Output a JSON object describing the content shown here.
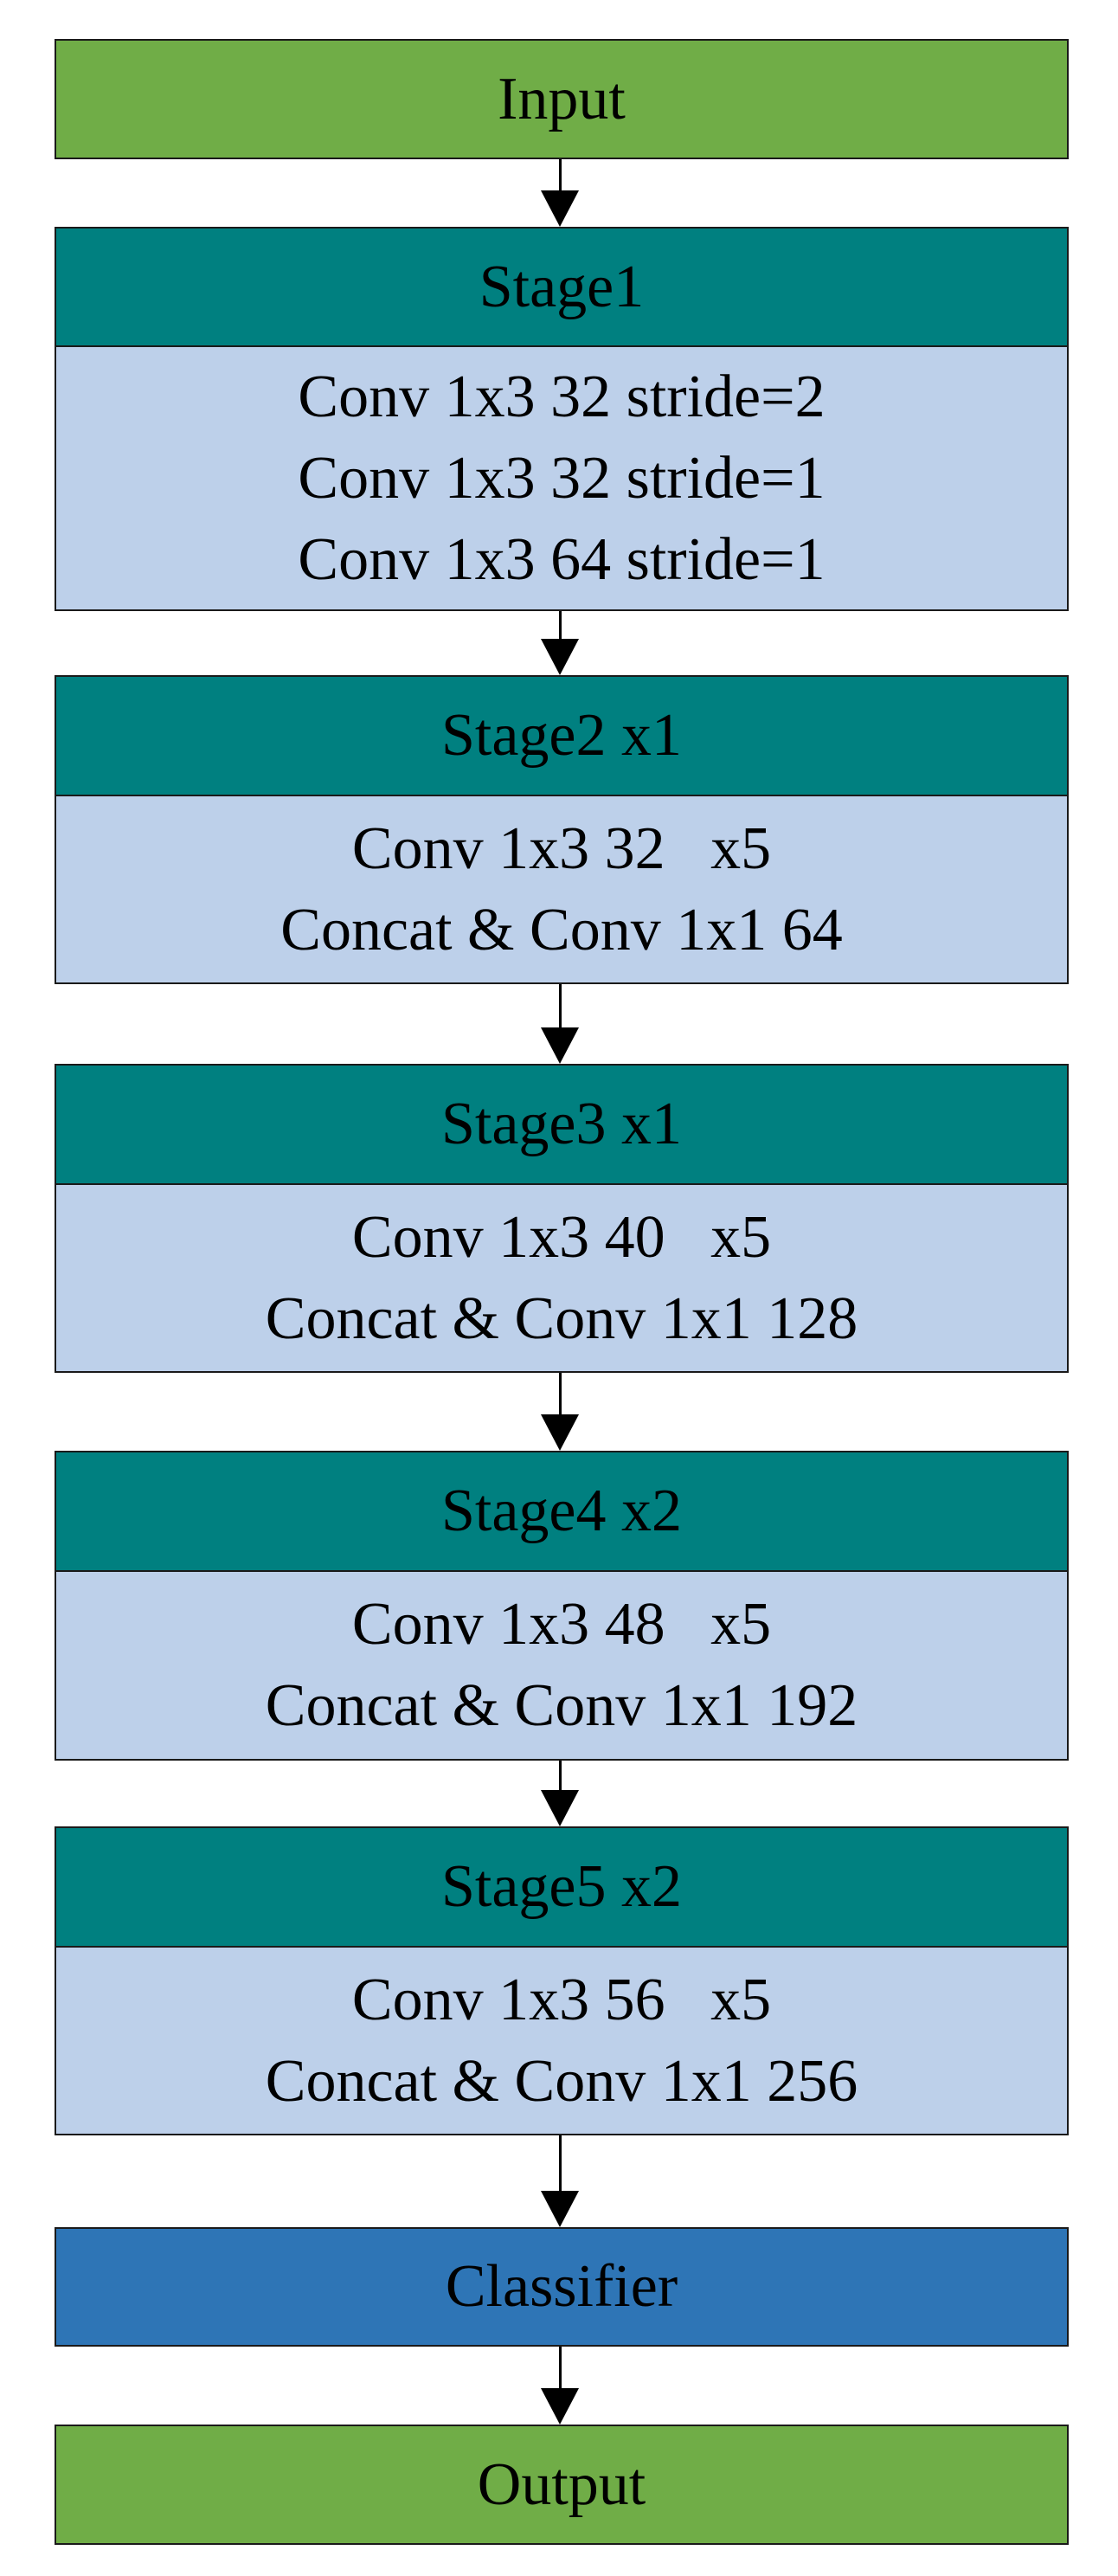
{
  "input": {
    "label": "Input"
  },
  "stage1": {
    "title": "Stage1",
    "lines": [
      "Conv 1x3 32 stride=2",
      "Conv 1x3 32 stride=1",
      "Conv 1x3 64 stride=1"
    ]
  },
  "stage2": {
    "title": "Stage2  x1",
    "lines": [
      "Conv 1x3 32   x5",
      "Concat & Conv 1x1 64"
    ]
  },
  "stage3": {
    "title": "Stage3  x1",
    "lines": [
      "Conv 1x3 40   x5",
      "Concat & Conv 1x1 128"
    ]
  },
  "stage4": {
    "title": "Stage4  x2",
    "lines": [
      "Conv 1x3 48   x5",
      "Concat & Conv 1x1 192"
    ]
  },
  "stage5": {
    "title": "Stage5  x2",
    "lines": [
      "Conv 1x3 56   x5",
      "Concat & Conv 1x1 256"
    ]
  },
  "classifier": {
    "label": "Classifier"
  },
  "output": {
    "label": "Output"
  },
  "colors": {
    "input_output_fill": "#70ad47",
    "stage_header_fill": "#008080",
    "stage_body_fill": "#bdd0ea",
    "classifier_fill": "#2e75b6",
    "arrow": "#000000"
  }
}
